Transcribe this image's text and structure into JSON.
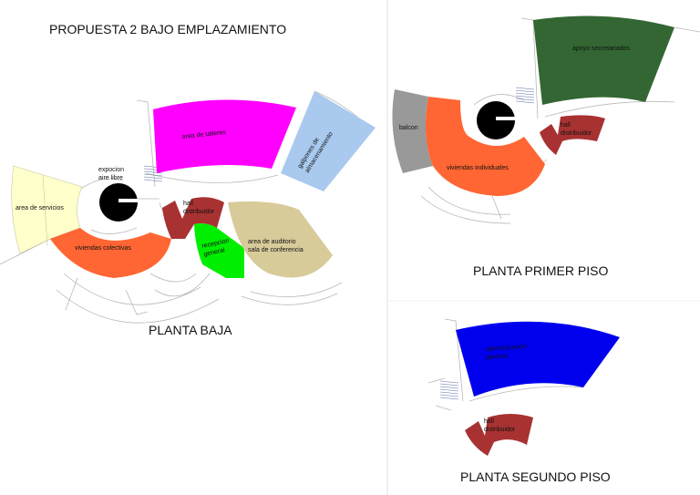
{
  "titles": {
    "main": "PROPUESTA 2 BAJO EMPLAZAMIENTO",
    "ground": "PLANTA BAJA",
    "first": "PLANTA PRIMER PISO",
    "second": "PLANTA SEGUNDO PISO"
  },
  "ground_floor": {
    "servicios": "area de servicios",
    "exposicion_1": "expocion",
    "exposicion_2": "aire libre",
    "talleres": "area de talleres",
    "galpones_1": "galpones de",
    "galpones_2": "almacenamiento",
    "viviendas": "viviendas colectivas",
    "hall_1": "hall",
    "hall_2": "distribuidor",
    "recepcion_1": "recepcion",
    "recepcion_2": "general",
    "auditorio_1": "area de auditorio",
    "auditorio_2": "sala de conferencia"
  },
  "first_floor": {
    "balcon": "balcon",
    "viviendas": "viviendas individuales",
    "apoyo": "apoyo secretariados",
    "hall_1": "hall",
    "hall_2": "distribuidor"
  },
  "second_floor": {
    "administracion_1": "administracion",
    "administracion_2": "general",
    "hall_1": "hall",
    "hall_2": "distribuidor"
  },
  "colors": {
    "servicios": "#ffffcc",
    "talleres": "#ff00ff",
    "galpones": "#a9c9ee",
    "viviendas": "#ff6633",
    "hall": "#a83232",
    "recepcion": "#00ee00",
    "auditorio": "#d8cb9a",
    "balcon": "#999999",
    "apoyo": "#336633",
    "administracion": "#0000ee",
    "core": "#000000"
  }
}
